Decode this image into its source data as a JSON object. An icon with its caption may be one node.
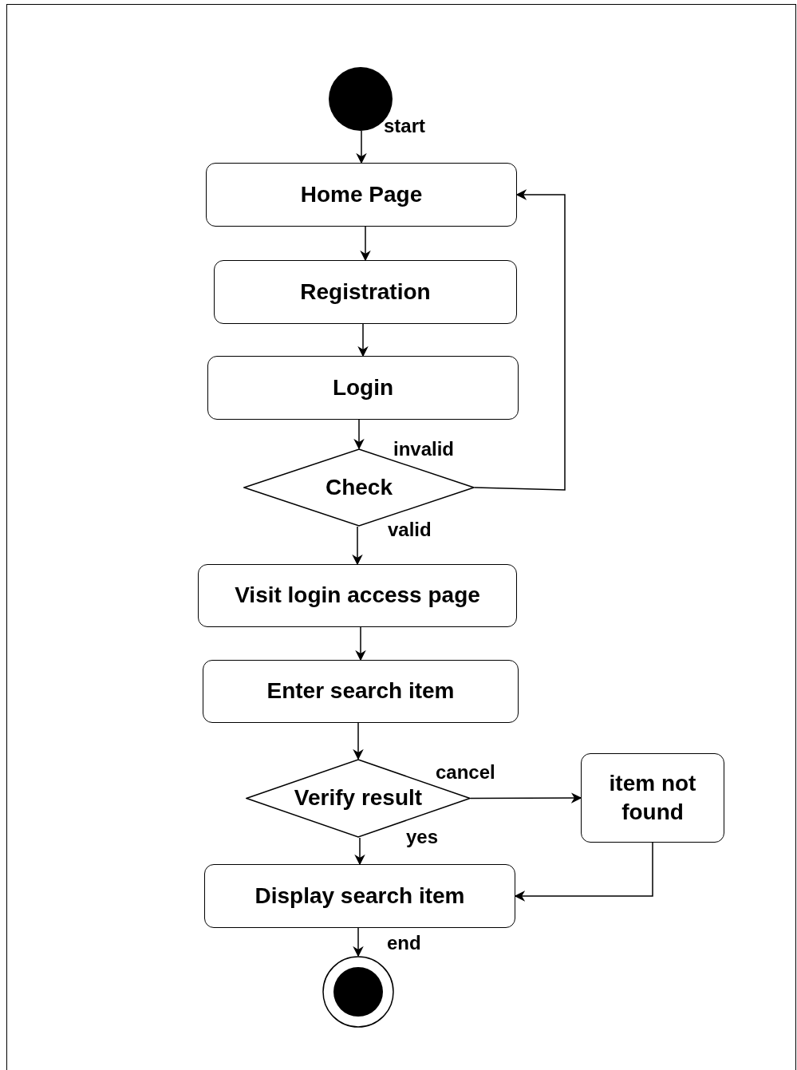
{
  "diagram": {
    "nodes": [
      {
        "text": [],
        "shape": "circle",
        "beside": [
          "start"
        ]
      },
      {
        "text": [
          "Home Page"
        ]
      },
      {
        "text": [
          "Registration"
        ]
      },
      {
        "text": [
          "Login"
        ]
      },
      {
        "text": [
          "Check"
        ]
      },
      {
        "text": [
          "Visit login access page"
        ]
      },
      {
        "text": [
          "Enter search item"
        ]
      },
      {
        "text": [
          "Verify result"
        ]
      },
      {
        "text": [
          "item not found"
        ]
      },
      {
        "text": [
          "Display search item"
        ]
      },
      {
        "text": [],
        "shape": "circle",
        "beside": [
          "end"
        ]
      }
    ],
    "edges": [
      {
        "from": 0,
        "to": 1,
        "arrow": "to"
      },
      {
        "from": 1,
        "to": 2,
        "arrow": "to"
      },
      {
        "from": 2,
        "to": 3,
        "arrow": "to"
      },
      {
        "from": 3,
        "to": 4,
        "arrow": "to"
      },
      {
        "from": 4,
        "to": 1,
        "arrow": "to",
        "label": "invalid"
      },
      {
        "from": 4,
        "to": 5,
        "arrow": "to",
        "label": "valid"
      },
      {
        "from": 5,
        "to": 6,
        "arrow": "to"
      },
      {
        "from": 6,
        "to": 7,
        "arrow": "to"
      },
      {
        "from": 7,
        "to": 8,
        "arrow": "to",
        "label": "cancel"
      },
      {
        "from": 7,
        "to": 9,
        "arrow": "to",
        "label": "yes"
      },
      {
        "from": 8,
        "to": 9,
        "arrow": "to"
      },
      {
        "from": 9,
        "to": 10,
        "arrow": "to"
      }
    ]
  }
}
